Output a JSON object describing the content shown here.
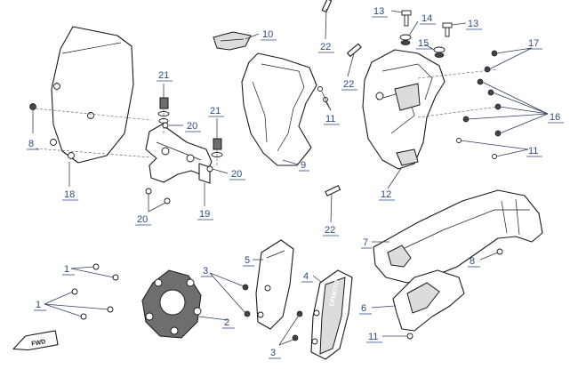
{
  "diagram": {
    "callouts": {
      "c1a": "1",
      "c1b": "1",
      "c2": "2",
      "c3a": "3",
      "c3b": "3",
      "c4": "4",
      "c5": "5",
      "c6": "6",
      "c7": "7",
      "c8a": "8",
      "c8b": "8",
      "c9": "9",
      "c10": "10",
      "c11a": "11",
      "c11b": "11",
      "c11c": "11",
      "c12": "12",
      "c13a": "13",
      "c13b": "13",
      "c14": "14",
      "c15": "15",
      "c16": "16",
      "c17": "17",
      "c18": "18",
      "c19": "19",
      "c20a": "20",
      "c20b": "20",
      "c20c": "20",
      "c21a": "21",
      "c21b": "21",
      "c22a": "22",
      "c22b": "22",
      "c22c": "22"
    },
    "fwd_label": "FWD",
    "fender_logo": "CFMOTO"
  }
}
